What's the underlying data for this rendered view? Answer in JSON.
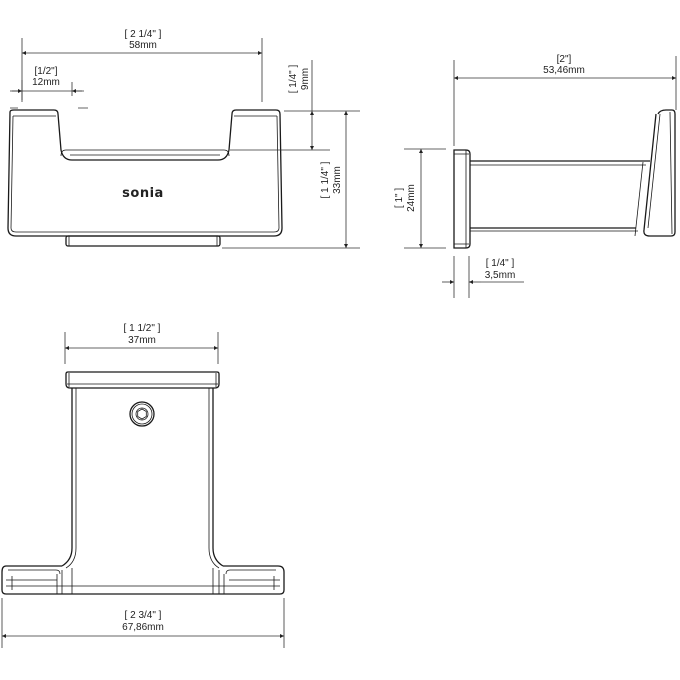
{
  "drawing": {
    "brand_mark": "sonia",
    "top_view": {
      "overall_width": {
        "inch": "[ 2 1/4\" ]",
        "mm": "58mm"
      },
      "prong_width": {
        "inch": "[1/2\"]",
        "mm": "12mm"
      },
      "notch_depth": {
        "inch": "[ 1/4\" ]",
        "mm": "9mm"
      },
      "overall_depth": {
        "inch": "[ 1 1/4\" ]",
        "mm": "33mm"
      }
    },
    "side_view": {
      "projection": {
        "inch": "[2\"]",
        "mm": "53,46mm"
      },
      "plate_height": {
        "inch": "[ 1\" ]",
        "mm": "24mm"
      },
      "plate_thickness": {
        "inch": "[ 1/4\" ]",
        "mm": "3,5mm"
      }
    },
    "front_view": {
      "top_width": {
        "inch": "[ 1 1/2\" ]",
        "mm": "37mm"
      },
      "base_width": {
        "inch": "[ 2 3/4\" ]",
        "mm": "67,86mm"
      }
    }
  }
}
